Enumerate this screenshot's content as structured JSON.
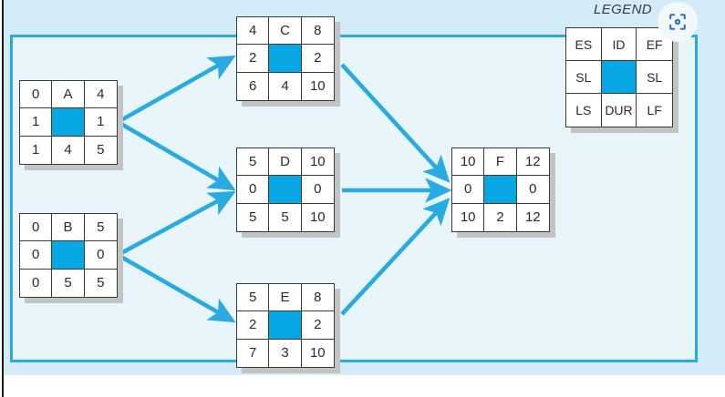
{
  "figure": {
    "title": "Project network diagram with activity-on-node boxes",
    "frame_color": "#29abe2",
    "frame_fill": "#e8f6fc",
    "page_band_color": "#d4ecf8",
    "accent_color": "#06a7e2",
    "arrow_color": "#29abe2"
  },
  "legend": {
    "title": "LEGEND",
    "cells": [
      "ES",
      "ID",
      "EF",
      "SL",
      "",
      "SL",
      "LS",
      "DUR",
      "LF"
    ]
  },
  "toolbar": {
    "scan_icon": "scan-focus-icon"
  },
  "nodes": [
    {
      "id": "A",
      "es": "0",
      "name": "A",
      "ef": "4",
      "sl_left": "1",
      "sl_right": "1",
      "ls": "1",
      "dur": "4",
      "lf": "5"
    },
    {
      "id": "B",
      "es": "0",
      "name": "B",
      "ef": "5",
      "sl_left": "0",
      "sl_right": "0",
      "ls": "0",
      "dur": "5",
      "lf": "5"
    },
    {
      "id": "C",
      "es": "4",
      "name": "C",
      "ef": "8",
      "sl_left": "2",
      "sl_right": "2",
      "ls": "6",
      "dur": "4",
      "lf": "10"
    },
    {
      "id": "D",
      "es": "5",
      "name": "D",
      "ef": "10",
      "sl_left": "0",
      "sl_right": "0",
      "ls": "5",
      "dur": "5",
      "lf": "10"
    },
    {
      "id": "E",
      "es": "5",
      "name": "E",
      "ef": "8",
      "sl_left": "2",
      "sl_right": "2",
      "ls": "7",
      "dur": "3",
      "lf": "10"
    },
    {
      "id": "F",
      "es": "10",
      "name": "F",
      "ef": "12",
      "sl_left": "0",
      "sl_right": "0",
      "ls": "10",
      "dur": "2",
      "lf": "12"
    }
  ],
  "edges": [
    {
      "from": "A",
      "to": "C"
    },
    {
      "from": "A",
      "to": "D"
    },
    {
      "from": "B",
      "to": "D"
    },
    {
      "from": "B",
      "to": "E"
    },
    {
      "from": "C",
      "to": "F"
    },
    {
      "from": "D",
      "to": "F"
    },
    {
      "from": "E",
      "to": "F"
    }
  ]
}
